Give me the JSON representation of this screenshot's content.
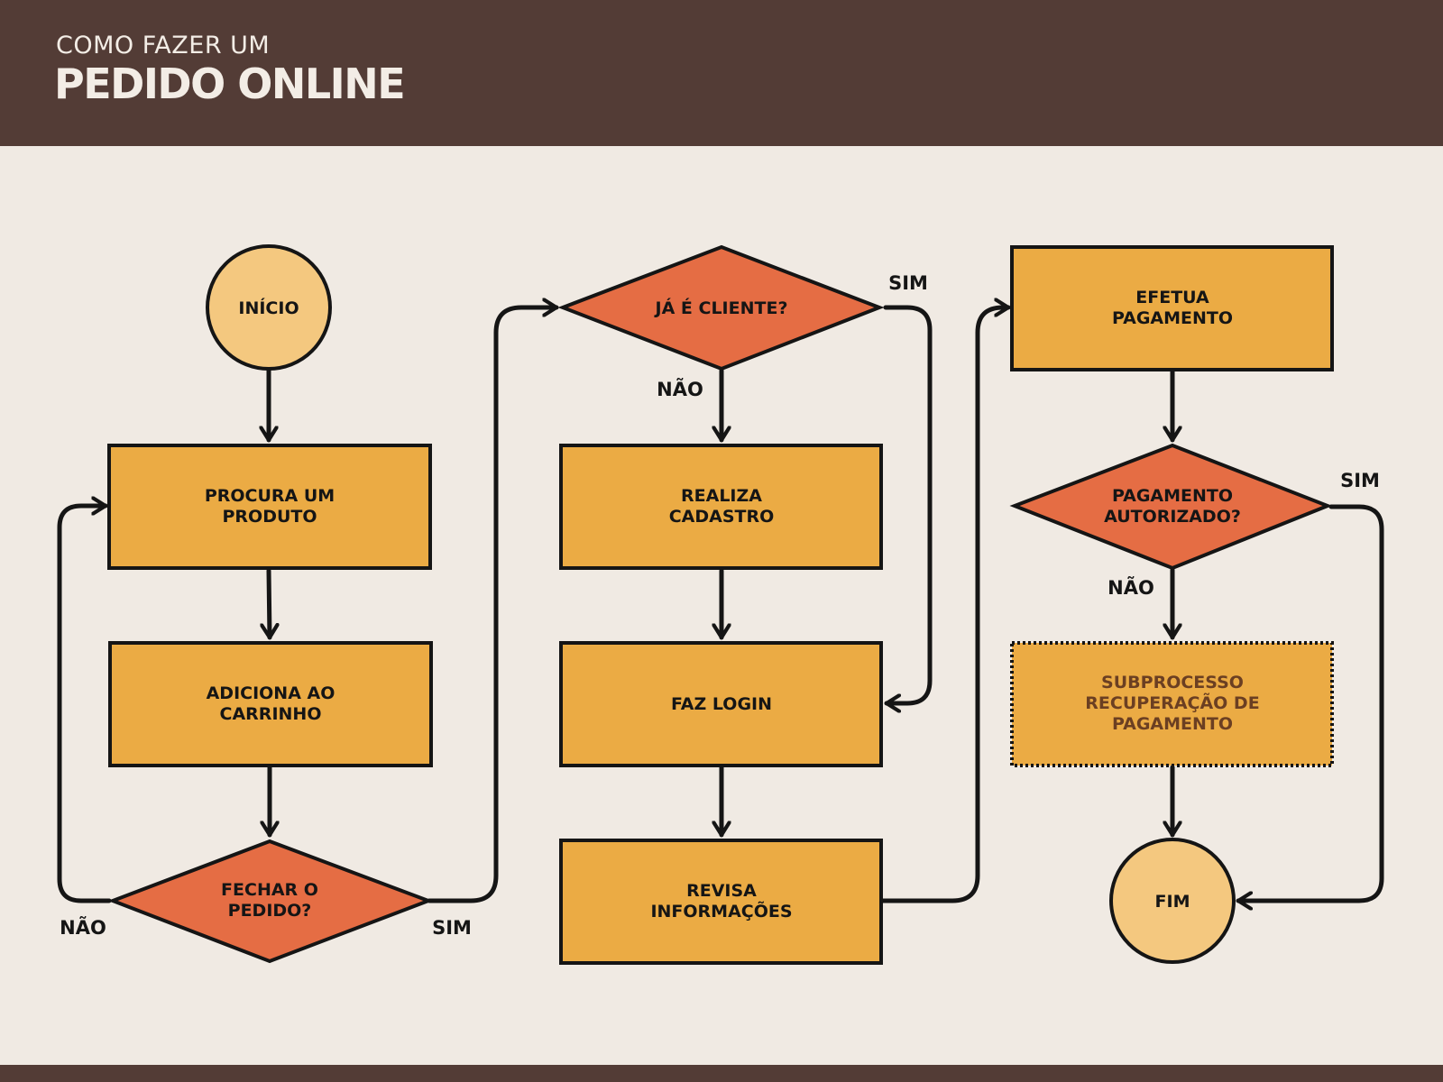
{
  "header": {
    "subtitle": "COMO FAZER UM",
    "title": "PEDIDO ONLINE"
  },
  "colors": {
    "header_bg": "#533C36",
    "page_bg": "#F0EAE3",
    "process": "#EBAB44",
    "decision": "#E56D44",
    "terminal": "#F4C87F",
    "line": "#151515"
  },
  "nodes": {
    "inicio": [
      "INÍCIO"
    ],
    "procura": [
      "PROCURA UM",
      "PRODUTO"
    ],
    "adiciona": [
      "ADICIONA AO",
      "CARRINHO"
    ],
    "fechar": [
      "FECHAR O",
      "PEDIDO?"
    ],
    "ja_cliente": [
      "JÁ É CLIENTE?"
    ],
    "cadastro": [
      "REALIZA",
      "CADASTRO"
    ],
    "login": [
      "FAZ LOGIN"
    ],
    "revisa": [
      "REVISA",
      "INFORMAÇÕES"
    ],
    "efetua": [
      "EFETUA",
      "PAGAMENTO"
    ],
    "autorizado": [
      "PAGAMENTO",
      "AUTORIZADO?"
    ],
    "subprocesso": [
      "SUBPROCESSO",
      "RECUPERAÇÃO DE",
      "PAGAMENTO"
    ],
    "fim": [
      "FIM"
    ]
  },
  "edge_labels": {
    "fechar_nao": "NÃO",
    "fechar_sim": "SIM",
    "cliente_sim": "SIM",
    "cliente_nao": "NÃO",
    "autorizado_sim": "SIM",
    "autorizado_nao": "NÃO"
  }
}
